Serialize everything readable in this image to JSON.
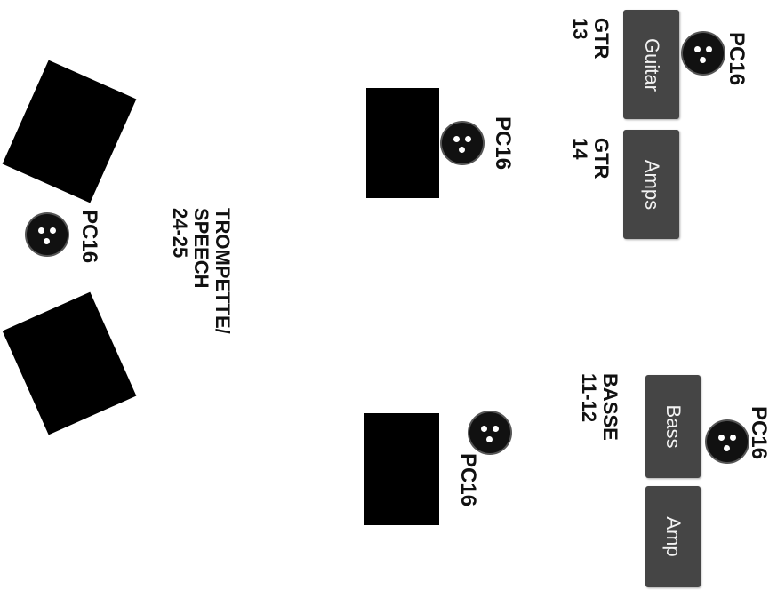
{
  "amps": {
    "guitar": "Guitar",
    "amps": "Amps",
    "bass": "Bass",
    "amp": "Amp"
  },
  "mic_labels": {
    "pc16_guitar": "PC16",
    "pc16_center_top": "PC16",
    "pc16_trumpet": "PC16",
    "pc16_bass": "PC16",
    "pc16_center_bottom": "PC16"
  },
  "channels": {
    "gtr13": {
      "line1": "GTR",
      "line2": "13"
    },
    "gtr14": {
      "line1": "GTR",
      "line2": "14"
    },
    "basse": {
      "line1": "BASSE",
      "line2": "11-12"
    },
    "trompette": {
      "line1": "TROMPETTE/",
      "line2": "SPEECH",
      "line3": "24-25"
    }
  }
}
